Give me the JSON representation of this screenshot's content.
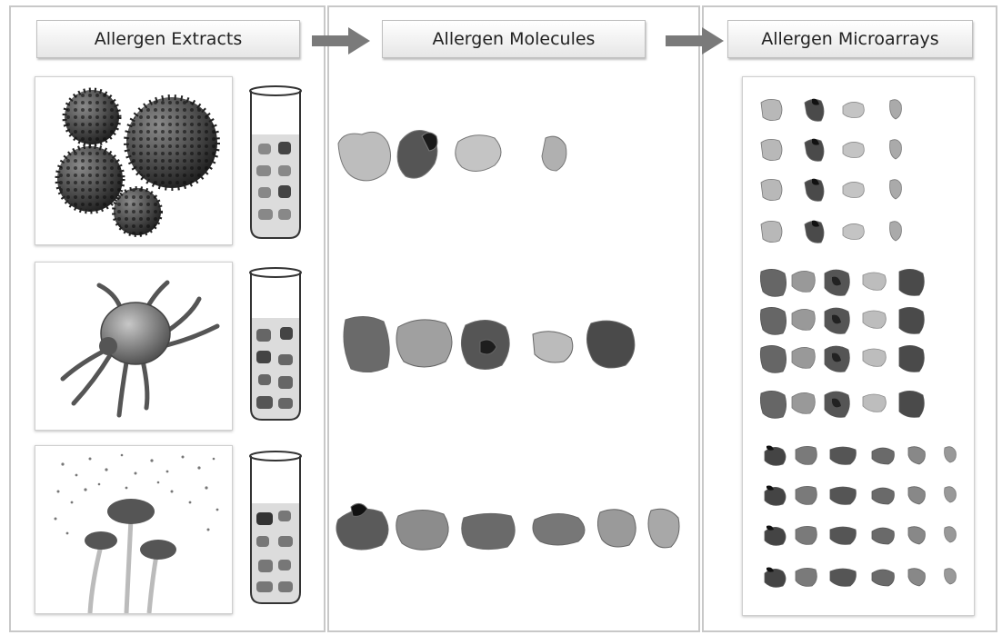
{
  "headers": {
    "col1": "Allergen Extracts",
    "col2": "Allergen Molecules",
    "col3": "Allergen Microarrays"
  },
  "colors": {
    "panel_border": "#c8c8c8",
    "arrow": "#7a7a7a",
    "tube_liquid": "#dcdcdc"
  },
  "icons": {
    "row1": "pollen-icon",
    "row2": "dust-mite-icon",
    "row3": "mold-spores-icon"
  }
}
